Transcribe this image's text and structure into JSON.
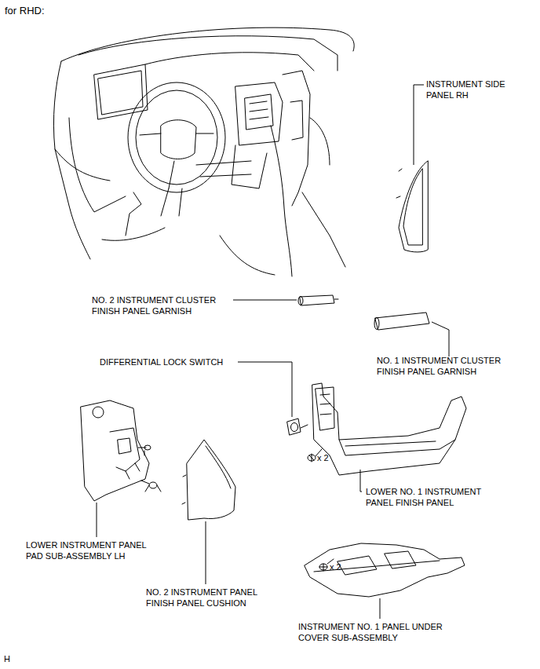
{
  "diagram": {
    "title": "for RHD:",
    "labels": [
      "INSTRUMENT SIDE PANEL RH",
      "NO. 2 INSTRUMENT CLUSTER FINISH PANEL GARNISH",
      "NO. 1 INSTRUMENT CLUSTER FINISH PANEL GARNISH",
      "DIFFERENTIAL LOCK SWITCH",
      "x 2",
      "LOWER NO. 1 INSTRUMENT PANEL FINISH PANEL",
      "LOWER INSTRUMENT PANEL PAD SUB-ASSEMBLY LH",
      "NO. 2 INSTRUMENT PANEL FINISH PANEL CUSHION",
      "x 2",
      "INSTRUMENT NO. 1 PANEL UNDER COVER SUB-ASSEMBLY",
      "H"
    ]
  }
}
